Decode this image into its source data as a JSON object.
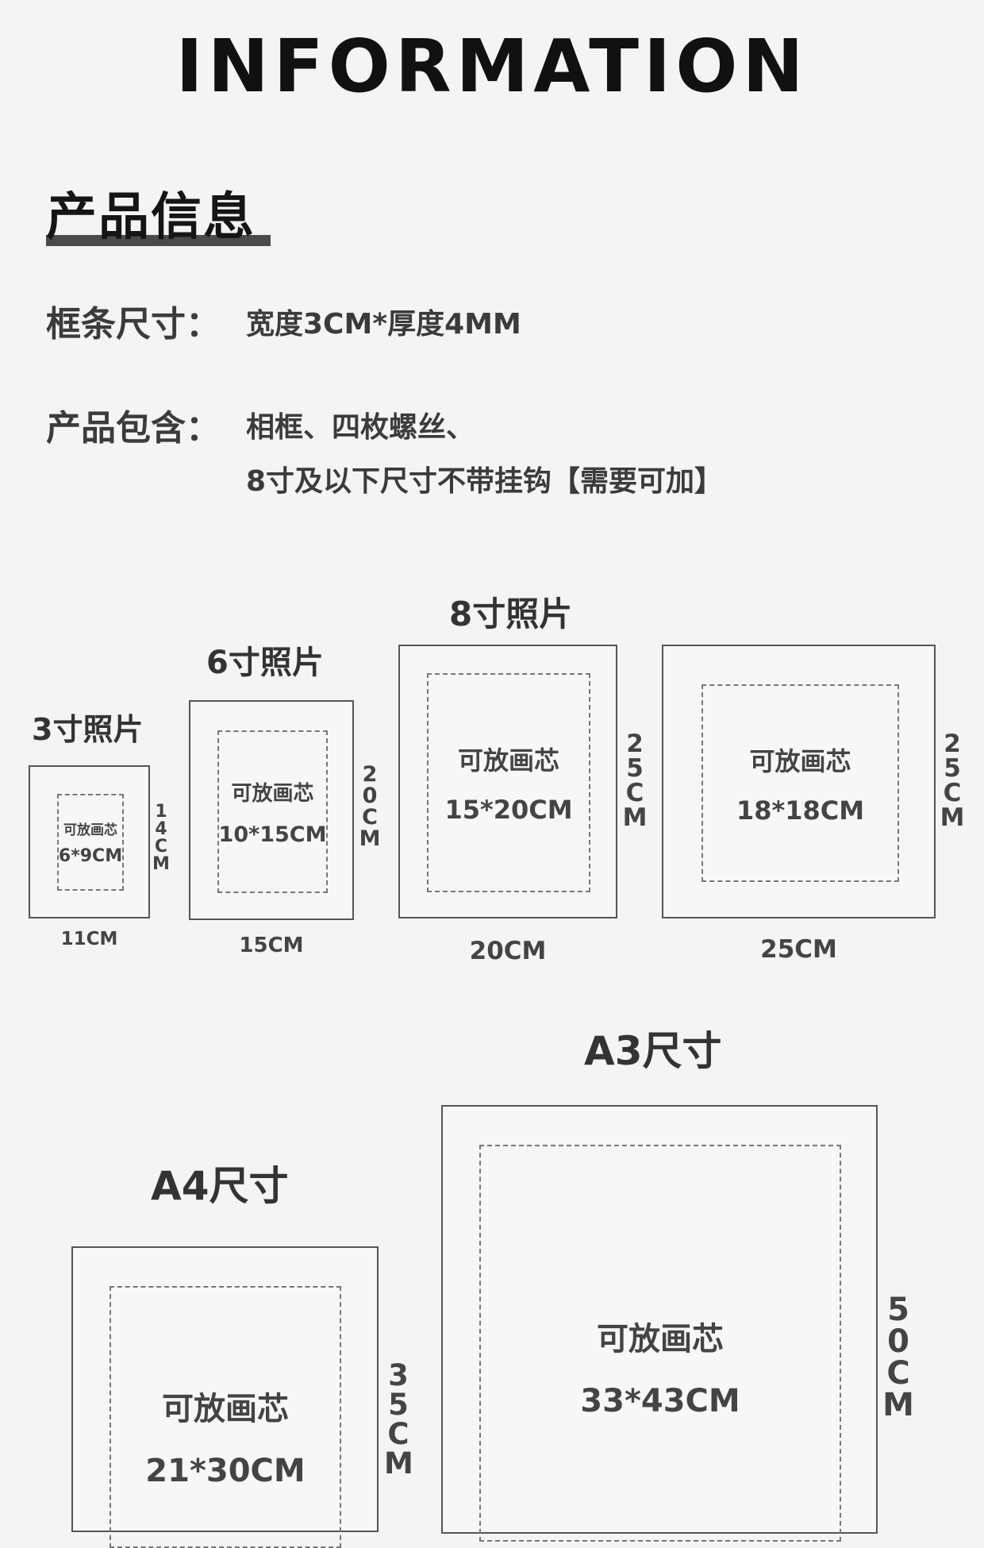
{
  "title": "INFORMATION",
  "section": {
    "heading": "产品信息",
    "frame_size_label": "框条尺寸：",
    "frame_size_value": "宽度3CM*厚度4MM",
    "includes_label": "产品包含：",
    "includes_line1": "相框、四枚螺丝、",
    "includes_line2": "8寸及以下尺寸不带挂钩【需要可加】"
  },
  "frames": [
    {
      "caption": "3寸照片",
      "inner_label": "可放画芯",
      "inner_size": "6*9CM",
      "width": "11CM",
      "height": "14CM"
    },
    {
      "caption": "6寸照片",
      "inner_label": "可放画芯",
      "inner_size": "10*15CM",
      "width": "15CM",
      "height": "20CM"
    },
    {
      "caption": "8寸照片",
      "inner_label": "可放画芯",
      "inner_size": "15*20CM",
      "width": "20CM",
      "height": "25CM"
    },
    {
      "caption": "",
      "inner_label": "可放画芯",
      "inner_size": "18*18CM",
      "width": "25CM",
      "height": "25CM"
    },
    {
      "caption": "A4尺寸",
      "inner_label": "可放画芯",
      "inner_size": "21*30CM",
      "width": "",
      "height": "35CM"
    },
    {
      "caption": "A3尺寸",
      "inner_label": "可放画芯",
      "inner_size": "33*43CM",
      "width": "",
      "height": "50CM"
    }
  ]
}
